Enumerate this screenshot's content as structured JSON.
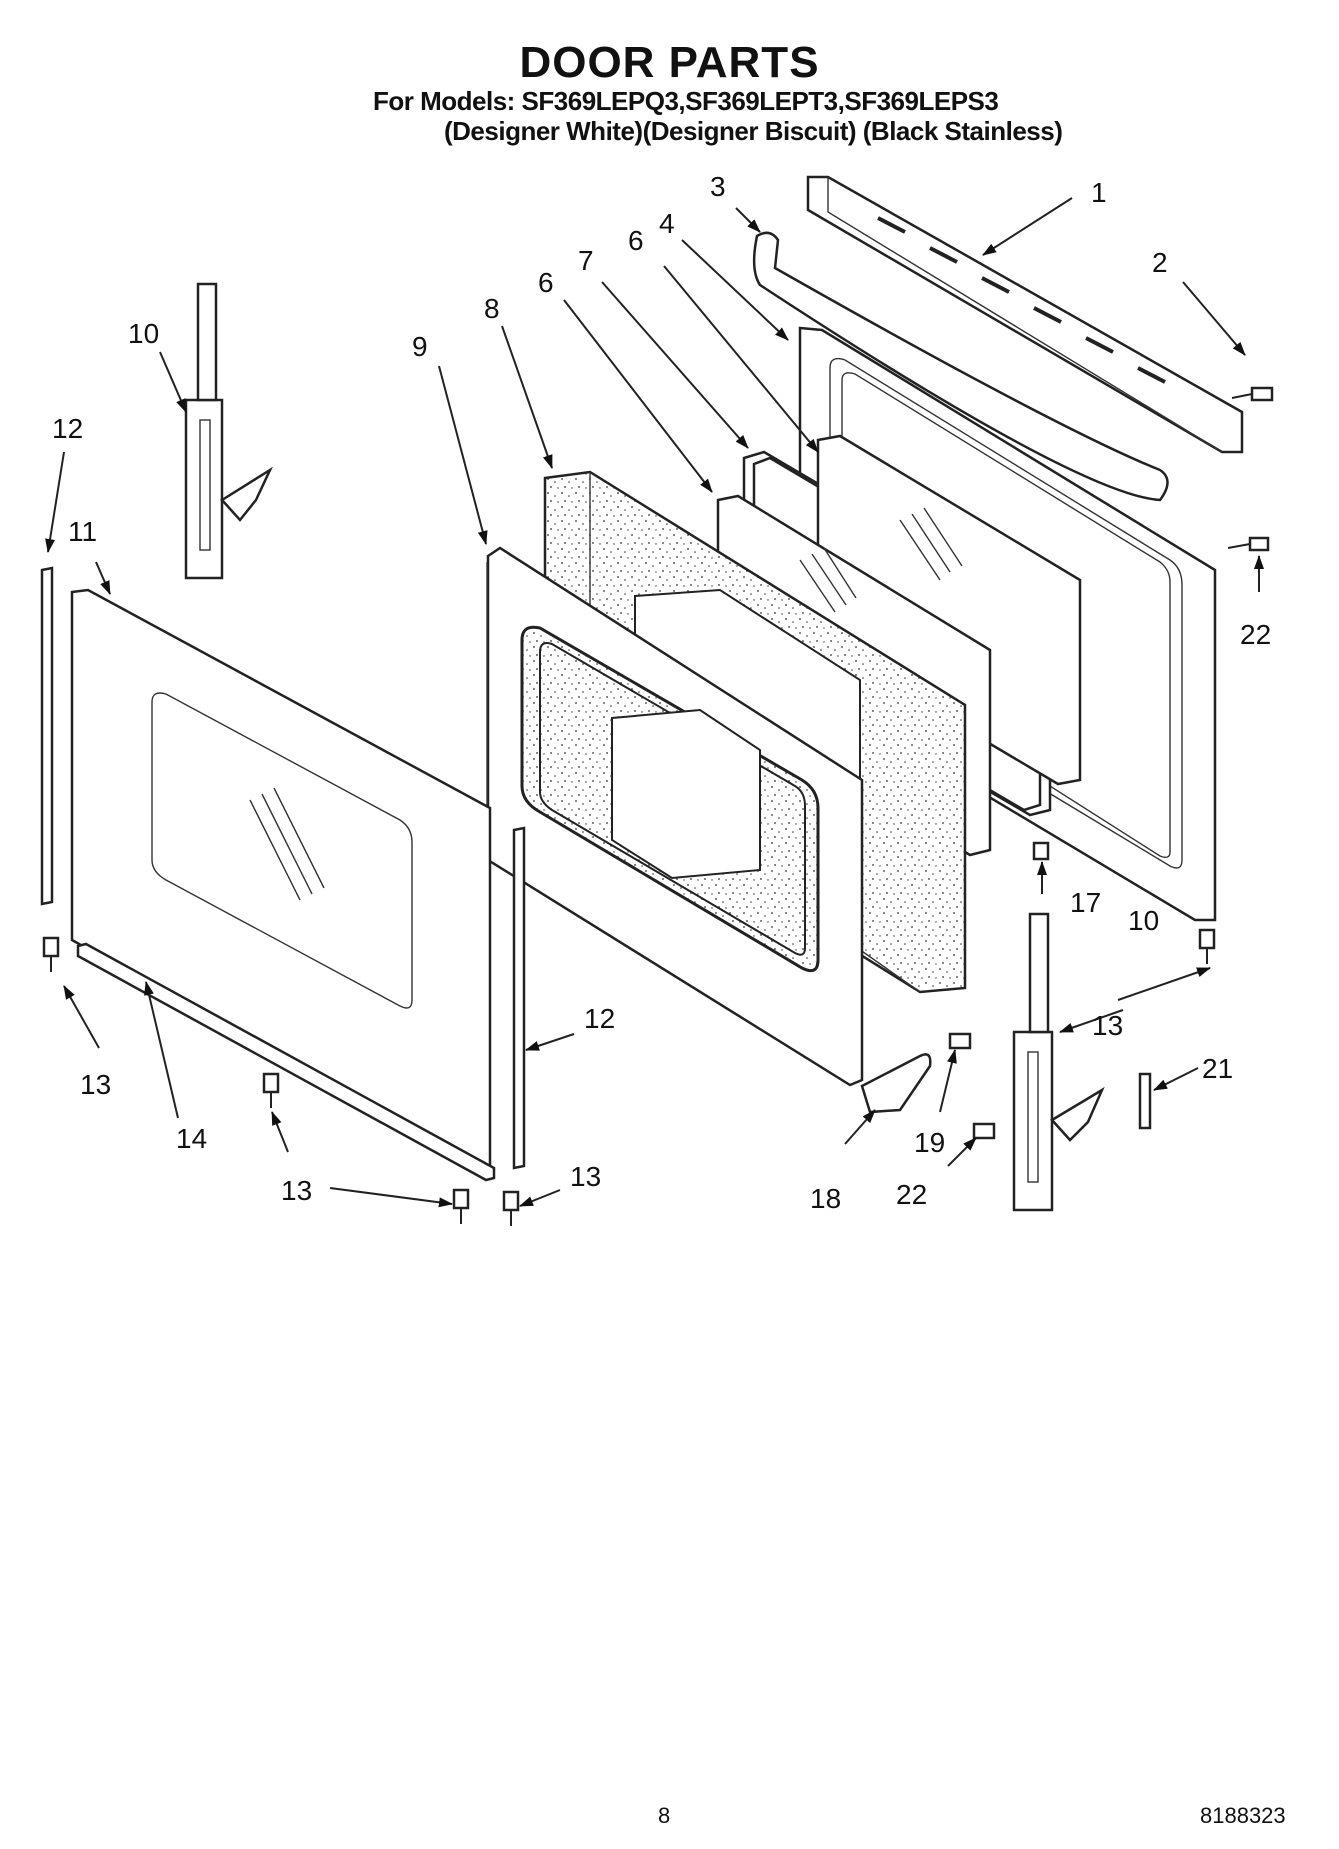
{
  "header": {
    "title": "DOOR PARTS",
    "models_line": "For Models: SF369LEPQ3,SF369LEPT3,SF369LEPS3",
    "finishes_line": "(Designer White)(Designer Biscuit) (Black Stainless)"
  },
  "callouts": {
    "c1": "1",
    "c2": "2",
    "c3": "3",
    "c4": "4",
    "c6a": "6",
    "c6b": "6",
    "c7": "7",
    "c8": "8",
    "c9": "9",
    "c10a": "10",
    "c10b": "10",
    "c11": "11",
    "c12a": "12",
    "c12b": "12",
    "c13a": "13",
    "c13b": "13",
    "c13c": "13",
    "c13d": "13",
    "c14": "14",
    "c17": "17",
    "c18": "18",
    "c19": "19",
    "c21": "21",
    "c22a": "22",
    "c22b": "22"
  },
  "footer": {
    "page_number": "8",
    "document_number": "8188323"
  }
}
